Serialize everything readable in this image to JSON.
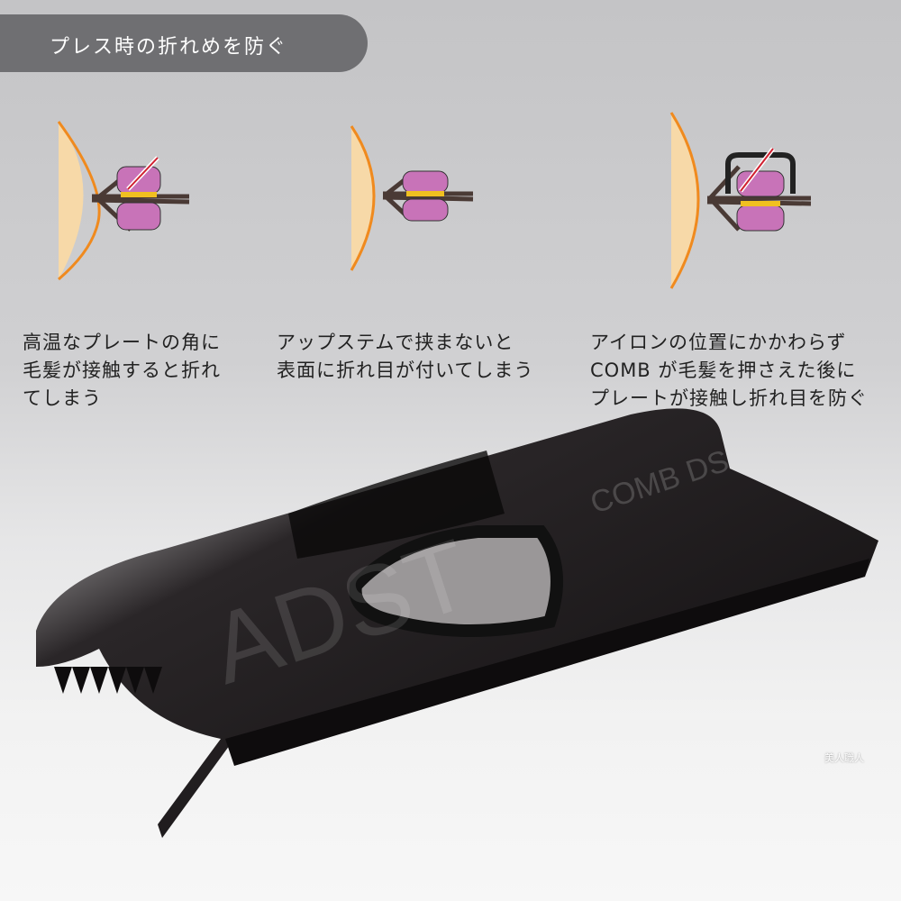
{
  "header": {
    "title": "プレス時の折れめを防ぐ"
  },
  "captions": [
    {
      "lines": [
        "高温なプレートの角に",
        "毛髪が接触すると折れ",
        "てしまう"
      ]
    },
    {
      "lines": [
        "アップステムで挟まないと",
        "表面に折れ目が付いてしまう"
      ]
    },
    {
      "lines": [
        "アイロンの位置にかかわらず",
        "COMB が毛髪を押さえた後に",
        "プレートが接触し折れ目を防ぐ"
      ]
    }
  ],
  "product": {
    "logo_text": "ADST",
    "model_text": "COMB DS"
  },
  "watermark": "美人職人",
  "colors": {
    "scalp": "#f7d9a8",
    "scalp_edge": "#f08a1e",
    "plate": "#c873b8",
    "heater": "#f0c020",
    "hair": "#4a3a35",
    "arrow": "#d02030",
    "comb": "#1c1a1b"
  }
}
